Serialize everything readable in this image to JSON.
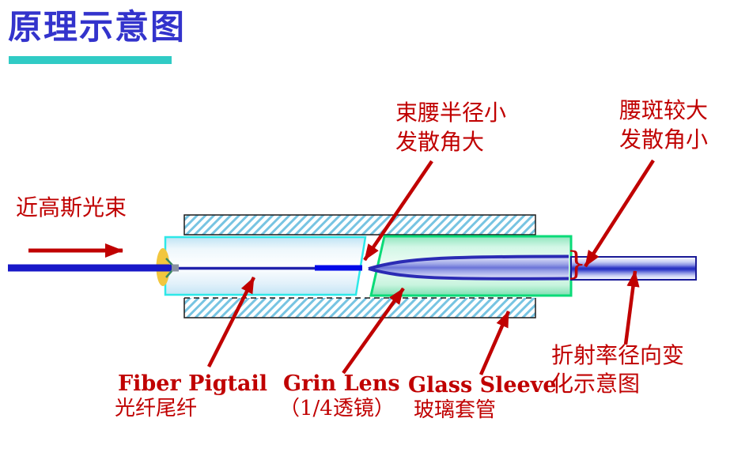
{
  "slide": {
    "title": "原理示意图",
    "annotations": {
      "input_beam": "近高斯光束",
      "waist_small": {
        "line1": "束腰半径小",
        "line2": "发散角大"
      },
      "waist_large": {
        "line1": "腰斑较大",
        "line2": "发散角小"
      },
      "refractive_index": {
        "line1": "折射率径向变",
        "line2": "化示意图"
      },
      "waist_brace": "}"
    },
    "components": {
      "fiber_pigtail": {
        "en": "Fiber Pigtail",
        "cn": "光纤尾纤"
      },
      "grin_lens": {
        "en": "Grin Lens",
        "cn": "（1/4透镜）"
      },
      "glass_sleeve": {
        "en": "Glass Sleeve",
        "cn": "玻璃套管"
      }
    },
    "colors": {
      "title_text": "#3333CC",
      "title_underline": "#30CBC5",
      "annotation_red": "#C00000",
      "fiber_blue": "#1818C8",
      "hatch_stripe": "#77C4E2",
      "pigtail_border": "#2EE8E8",
      "lens_border": "#0ADB78",
      "beam_stroke": "#2B2BB4",
      "cylinder_border": "#1A1A96",
      "ferrule_gray": "#8890A0",
      "entry_ellipse_yellow": "#F2C63E"
    }
  }
}
